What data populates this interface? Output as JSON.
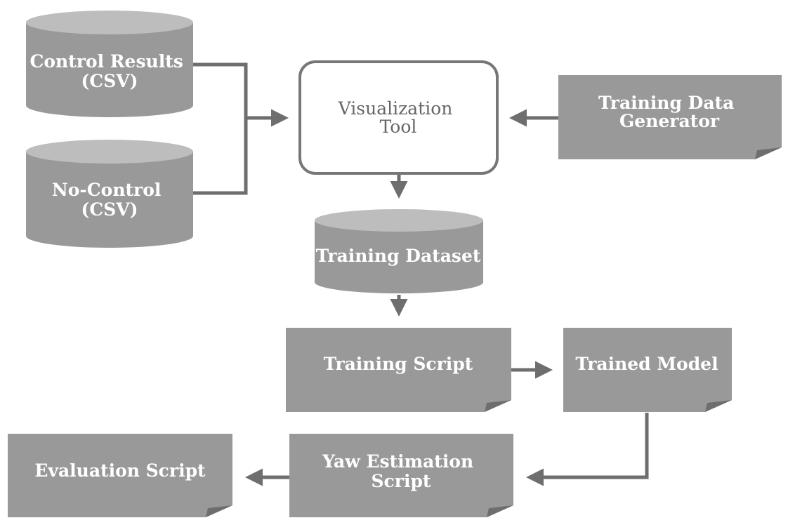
{
  "colors": {
    "shape_fill": "#999999",
    "cylinder_top": "#bdbdbd",
    "fold": "#6e6e6e",
    "connector": "#6e6e6e",
    "tool_border": "#777777",
    "tool_text": "#666666"
  },
  "nodes": {
    "control_results": {
      "line1": "Control Results",
      "line2": "(CSV)"
    },
    "no_control": {
      "line1": "No-Control",
      "line2": "(CSV)"
    },
    "visualization_tool": {
      "line1": "Visualization",
      "line2": "Tool"
    },
    "training_data_generator": {
      "line1": "Training Data",
      "line2": "Generator"
    },
    "training_dataset": {
      "label": "Training Dataset"
    },
    "training_script": {
      "label": "Training Script"
    },
    "trained_model": {
      "label": "Trained Model"
    },
    "yaw_estimation_script": {
      "line1": "Yaw Estimation",
      "line2": "Script"
    },
    "evaluation_script": {
      "label": "Evaluation Script"
    }
  }
}
